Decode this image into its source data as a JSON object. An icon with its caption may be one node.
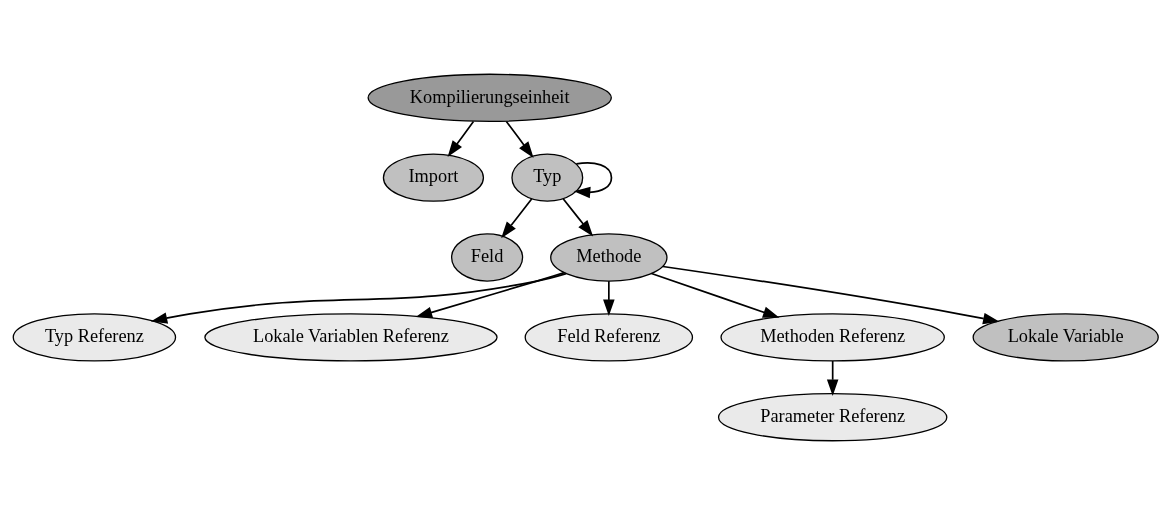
{
  "diagram": {
    "nodes": [
      {
        "text": [
          "Kompilierungseinheit"
        ]
      },
      {
        "text": [
          "Import"
        ]
      },
      {
        "text": [
          "Typ"
        ]
      },
      {
        "text": [
          "Feld"
        ]
      },
      {
        "text": [
          "Methode"
        ]
      },
      {
        "text": [
          "Typ Referenz"
        ]
      },
      {
        "text": [
          "Lokale Variablen Referenz"
        ]
      },
      {
        "text": [
          "Feld Referenz"
        ]
      },
      {
        "text": [
          "Methoden Referenz"
        ]
      },
      {
        "text": [
          "Lokale Variable"
        ]
      },
      {
        "text": [
          "Parameter Referenz"
        ]
      }
    ],
    "edges": [
      {
        "from": 0,
        "to": 1,
        "arrow": "to"
      },
      {
        "from": 0,
        "to": 2,
        "arrow": "to"
      },
      {
        "from": 2,
        "to": 2,
        "arrow": "to"
      },
      {
        "from": 2,
        "to": 3,
        "arrow": "to"
      },
      {
        "from": 2,
        "to": 4,
        "arrow": "to"
      },
      {
        "from": 4,
        "to": 7,
        "arrow": "to"
      },
      {
        "from": 4,
        "to": 5,
        "arrow": "to"
      },
      {
        "from": 4,
        "to": 8,
        "arrow": "to"
      },
      {
        "from": 4,
        "to": 6,
        "arrow": "to"
      },
      {
        "from": 4,
        "to": 9,
        "arrow": "to"
      },
      {
        "from": 8,
        "to": 10,
        "arrow": "to"
      }
    ]
  }
}
